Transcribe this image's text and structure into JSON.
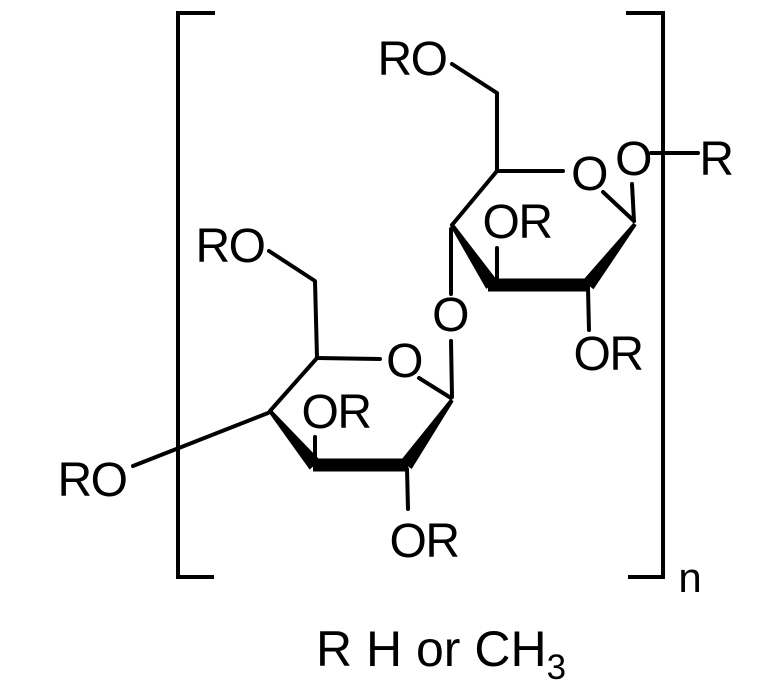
{
  "diagram": {
    "kind": "chemical-structure",
    "colors": {
      "ink": "#000000",
      "background": "#ffffff"
    },
    "labels": {
      "upper_ch2_ro": "RO",
      "upper_ring_o": "O",
      "upper_anomeric_o": "O",
      "upper_end_r": "R",
      "upper_inner_or": "OR",
      "upper_c2_or": "OR",
      "glycosidic_o": "O",
      "lower_ch2_ro": "RO",
      "lower_ring_o": "O",
      "lower_inner_or": "OR",
      "lower_c2_or": "OR",
      "lower_c4_ro": "RO",
      "repeat_index": "n"
    },
    "caption": {
      "main": "R H or CH",
      "subscript": "3"
    }
  }
}
